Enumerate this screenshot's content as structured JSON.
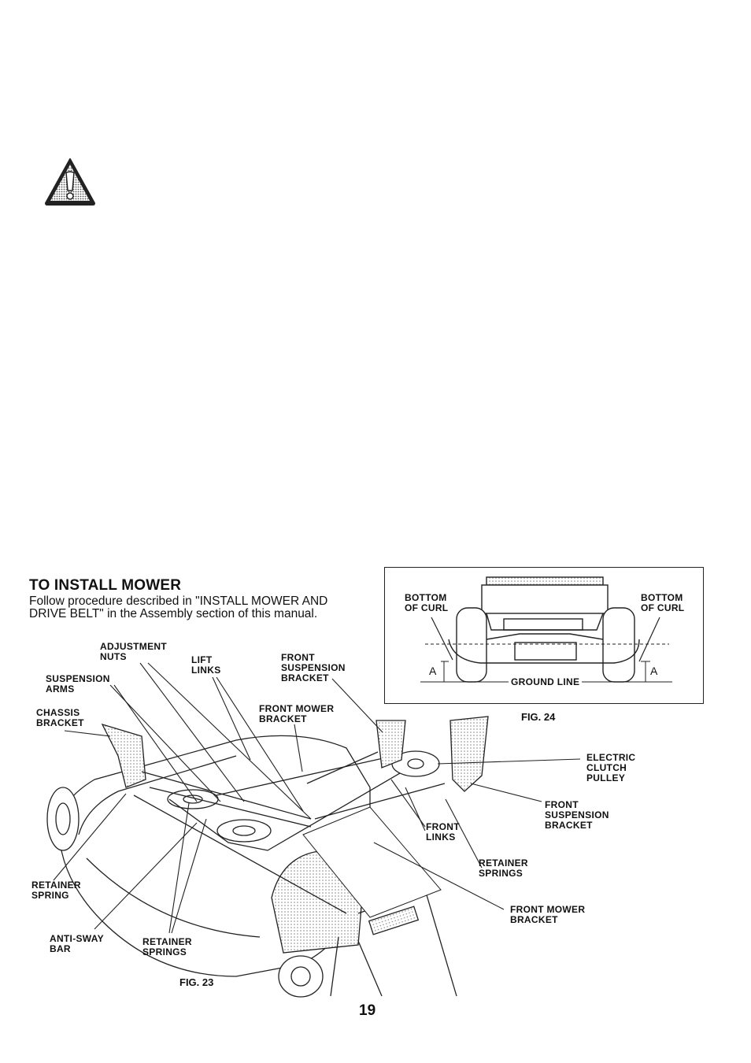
{
  "warning": {
    "icon": "warning-triangle-icon"
  },
  "section": {
    "heading": "TO INSTALL MOWER",
    "body": "Follow procedure described in \"INSTALL MOWER AND DRIVE BELT\" in the Assembly section of this manual."
  },
  "fig23": {
    "caption": "FIG. 23",
    "labels": {
      "adjustment_nuts": "ADJUSTMENT\nNUTS",
      "lift_links": "LIFT\nLINKS",
      "front_suspension_bracket_top": "FRONT\nSUSPENSION\nBRACKET",
      "suspension_arms": "SUSPENSION\nARMS",
      "chassis_bracket": "CHASSIS\nBRACKET",
      "front_mower_bracket_top": "FRONT MOWER\nBRACKET",
      "electric_clutch_pulley": "ELECTRIC\nCLUTCH\nPULLEY",
      "front_suspension_bracket_right": "FRONT\nSUSPENSION\nBRACKET",
      "front_links": "FRONT\nLINKS",
      "retainer_springs_right": "RETAINER\nSPRINGS",
      "front_mower_bracket_bottom": "FRONT MOWER\nBRACKET",
      "retainer_spring_left": "RETAINER\nSPRING",
      "anti_sway_bar": "ANTI-SWAY\nBAR",
      "retainer_springs_bottom": "RETAINER\nSPRINGS"
    }
  },
  "fig24": {
    "caption": "FIG. 24",
    "labels": {
      "bottom_of_curl_left": "BOTTOM\nOF CURL",
      "bottom_of_curl_right": "BOTTOM\nOF CURL",
      "ground_line": "GROUND LINE",
      "a_left": "A",
      "a_right": "A"
    }
  },
  "page_number": "19"
}
